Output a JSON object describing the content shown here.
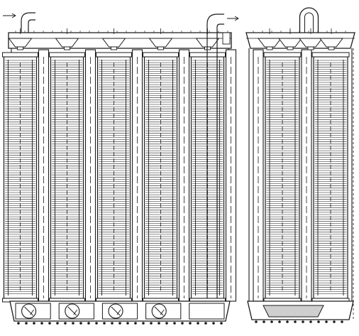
{
  "figure": {
    "title": "",
    "caption": "",
    "labels": []
  },
  "colors": {
    "ink": "#1a1a1a",
    "paper": "#ffffff",
    "shade": "#cfcfcf"
  },
  "views": [
    {
      "name": "front-view",
      "header_nozzles": 5,
      "bottom_boxes": 5,
      "bottom_boxes_with_rotor": 4,
      "elements": [
        "finned-column",
        "plain-pipe",
        "finned-column",
        "plain-pipe",
        "finned-column",
        "plain-pipe",
        "finned-column",
        "plain-pipe",
        "finned-column",
        "plain-pipe"
      ],
      "inlet_elbow": "top-left",
      "outlet_elbow": "top-right"
    },
    {
      "name": "side-view",
      "header_nozzles": 4,
      "bottom_boxes": 1,
      "bottom_boxes_with_rotor": 0,
      "elements": [
        "plain-pipe",
        "finned-column",
        "plain-pipe",
        "finned-column"
      ],
      "inlet_elbow": "",
      "outlet_elbow": "top-loop"
    }
  ]
}
